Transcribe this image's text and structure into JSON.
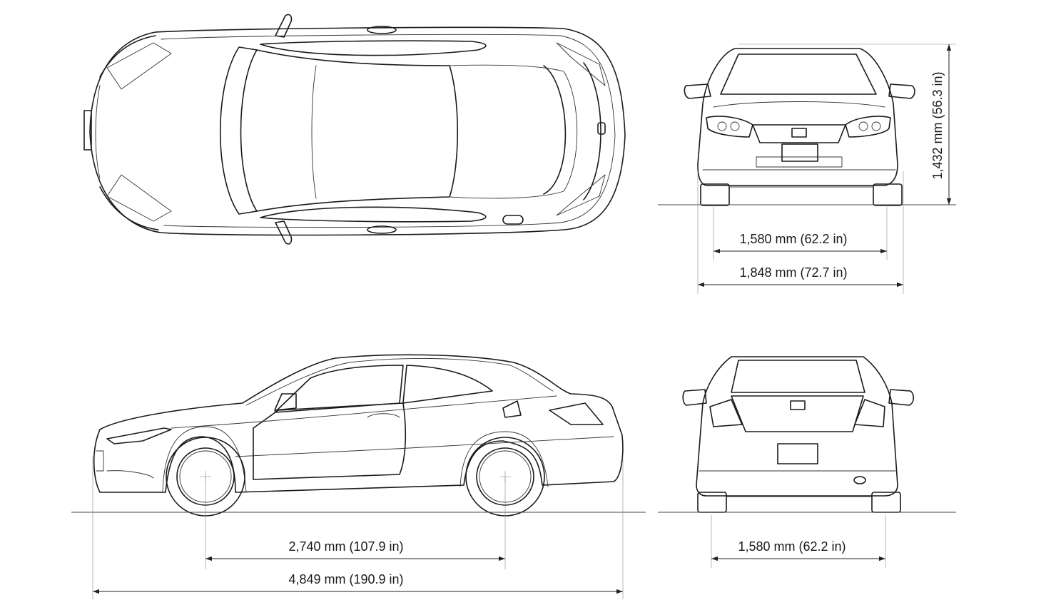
{
  "dimensions": {
    "front_track": "1,580 mm (62.2 in)",
    "overall_width": "1,848 mm (72.7 in)",
    "overall_height": "1,432 mm (56.3 in)",
    "wheelbase": "2,740 mm (107.9 in)",
    "overall_length": "4,849 mm (190.9 in)",
    "rear_track": "1,580 mm (62.2 in)"
  },
  "views": [
    "top",
    "front",
    "side",
    "rear"
  ],
  "colors": {
    "line": "#1a1a1a",
    "background": "#ffffff"
  }
}
